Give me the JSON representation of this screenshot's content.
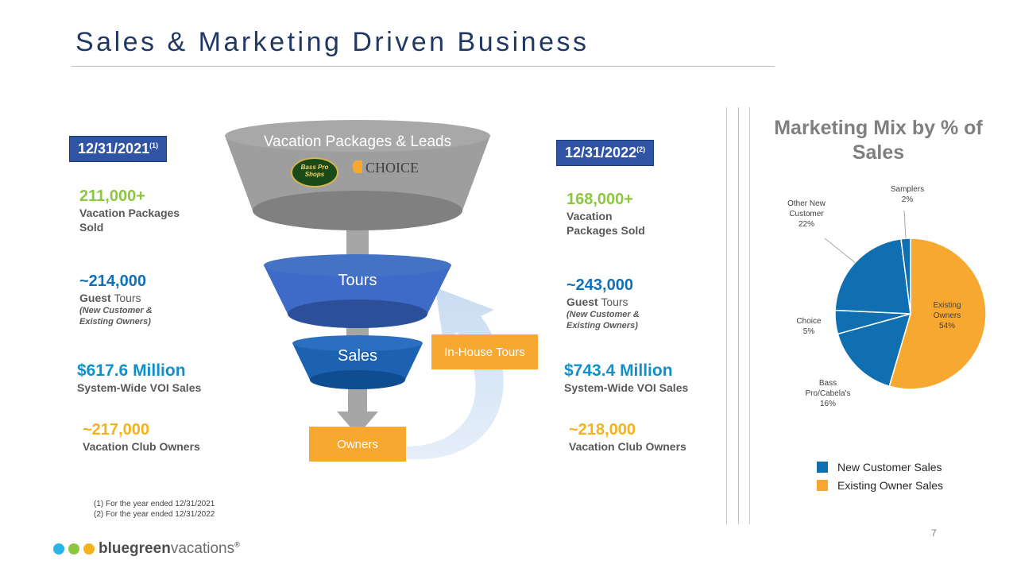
{
  "title": "Sales & Marketing Driven Business",
  "left": {
    "date": "12/31/2021",
    "date_sup": "(1)",
    "stats": [
      {
        "value": "211,000+",
        "label": "Vacation Packages Sold"
      },
      {
        "value": "~214,000",
        "label_strong": "Guest",
        "label_rest": " Tours",
        "note": "(New Customer & Existing Owners)"
      },
      {
        "value": "$617.6 Million",
        "label": "System-Wide VOI Sales"
      },
      {
        "value": "~217,000",
        "label": "Vacation Club Owners"
      }
    ]
  },
  "right": {
    "date": "12/31/2022",
    "date_sup": "(2)",
    "stats": [
      {
        "value": "168,000+",
        "label": "Vacation Packages Sold"
      },
      {
        "value": "~243,000",
        "label_strong": "Guest",
        "label_rest": " Tours",
        "note": "(New Customer & Existing Owners)"
      },
      {
        "value": "$743.4 Million",
        "label": "System-Wide VOI Sales"
      },
      {
        "value": "~218,000",
        "label": "Vacation Club Owners"
      }
    ]
  },
  "funnel": {
    "top": "Vacation Packages & Leads",
    "tours": "Tours",
    "sales": "Sales",
    "owners": "Owners",
    "in_house": "In-House Tours",
    "bass_logo": "Bass Pro Shops",
    "choice_logo": "CHOICE"
  },
  "footnotes": [
    "(1)   For the year ended 12/31/2021",
    "(2)   For the year ended 12/31/2022"
  ],
  "chart_title": "Marketing Mix by % of Sales",
  "chart_data": {
    "type": "pie",
    "title": "Marketing Mix by % of Sales",
    "slices": [
      {
        "label": "Existing Owners",
        "value": 54,
        "pct": "54%",
        "group": "Existing Owner Sales"
      },
      {
        "label": "Bass Pro/Cabela's",
        "value": 16,
        "pct": "16%",
        "group": "New Customer Sales"
      },
      {
        "label": "Choice",
        "value": 5,
        "pct": "5%",
        "group": "New Customer Sales"
      },
      {
        "label": "Other New Customer",
        "value": 22,
        "pct": "22%",
        "group": "New Customer Sales"
      },
      {
        "label": "Samplers",
        "value": 2,
        "pct": "2%",
        "group": "New Customer Sales"
      }
    ],
    "legend": [
      {
        "name": "New Customer Sales",
        "color": "#0f6fb0"
      },
      {
        "name": "Existing Owner Sales",
        "color": "#f7a831"
      }
    ],
    "legend_position": "bottom"
  },
  "colors": {
    "new_customer": "#0f6fb0",
    "existing_owner": "#f7a831",
    "title": "#1f3864",
    "date_box": "#2f54a4"
  },
  "page_number": "7",
  "brand": {
    "bold": "bluegreen",
    "light": "vacations",
    "mark": "®"
  }
}
